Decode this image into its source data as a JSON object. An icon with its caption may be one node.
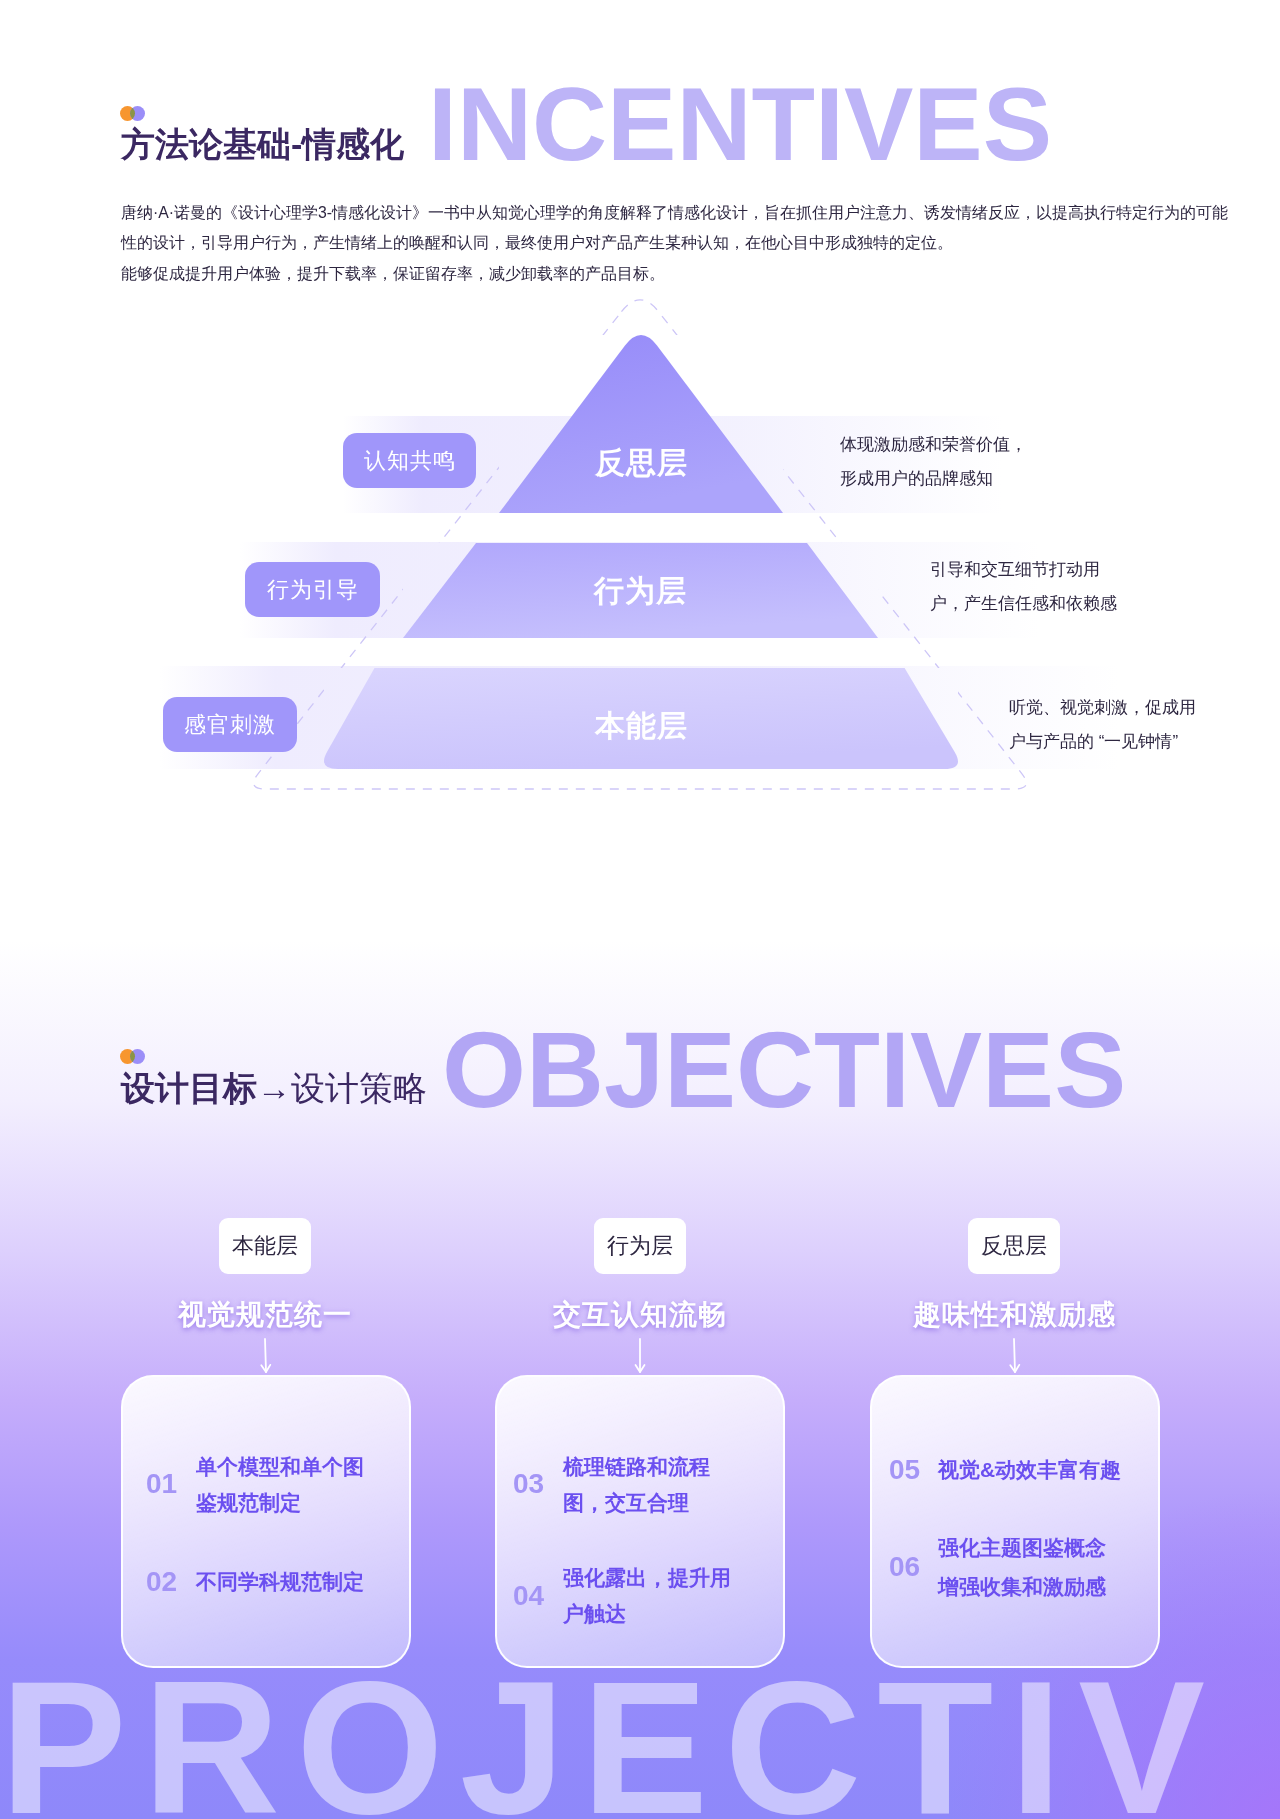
{
  "diagram": {
    "title": "方法论基础-情感化",
    "nodes": [
      {
        "text": [
          "认知共鸣"
        ]
      },
      {
        "text": [
          "反思层"
        ],
        "beside": [
          "体现激励感和荣誉价值，形成用户的品牌感知"
        ]
      },
      {
        "text": [
          "行为引导"
        ]
      },
      {
        "text": [
          "行为层"
        ],
        "beside": [
          "引导和交互细节打动用户，产生信任感和依赖感"
        ]
      },
      {
        "text": [
          "感官刺激"
        ]
      },
      {
        "text": [
          "本能层"
        ],
        "beside": [
          "听觉、视觉刺激，促成用户与产品的 “一见钟情”"
        ]
      },
      {
        "text": [
          "本能层"
        ]
      },
      {
        "text": [
          "行为层"
        ]
      },
      {
        "text": [
          "反思层"
        ]
      },
      {
        "text": [
          "视觉规范统一"
        ]
      },
      {
        "text": [
          "交互认知流畅"
        ]
      },
      {
        "text": [
          "趣味性和激励感"
        ]
      },
      {
        "text": [
          "01",
          "单个模型和单个图鉴规范制定",
          "02",
          "不同学科规范制定"
        ]
      },
      {
        "text": [
          "03",
          "梳理链路和流程图，交互合理",
          "04",
          "强化露出，提升用户触达"
        ]
      },
      {
        "text": [
          "05",
          "视觉&动效丰富有趣",
          "06",
          "强化主题图鉴概念增强收集和激励感"
        ]
      }
    ],
    "edges": [
      {
        "from": 9,
        "to": 12,
        "arrow": "to"
      },
      {
        "from": 10,
        "to": 13,
        "arrow": "to"
      },
      {
        "from": 11,
        "to": 14,
        "arrow": "to"
      }
    ],
    "labels": [
      "INCENTIVES",
      "唐纳·A·诺曼的《设计心理学3-情感化设计》一书中从知觉心理学的角度解释了情感化设计，旨在抓住用户注意力、诱发情绪反应，以提高执行特定行为的可能性的设计，引导用户行为，产生情绪上的唤醒和认同，最终使用户对产品产生某种认知，在他心目中形成独特的定位。",
      "能够促成提升用户体验，提升下载率，保证留存率，减少卸载率的产品目标。",
      "OBJECTIVES",
      "**设计目标**→设计策略",
      "PROJECTIV"
    ]
  }
}
